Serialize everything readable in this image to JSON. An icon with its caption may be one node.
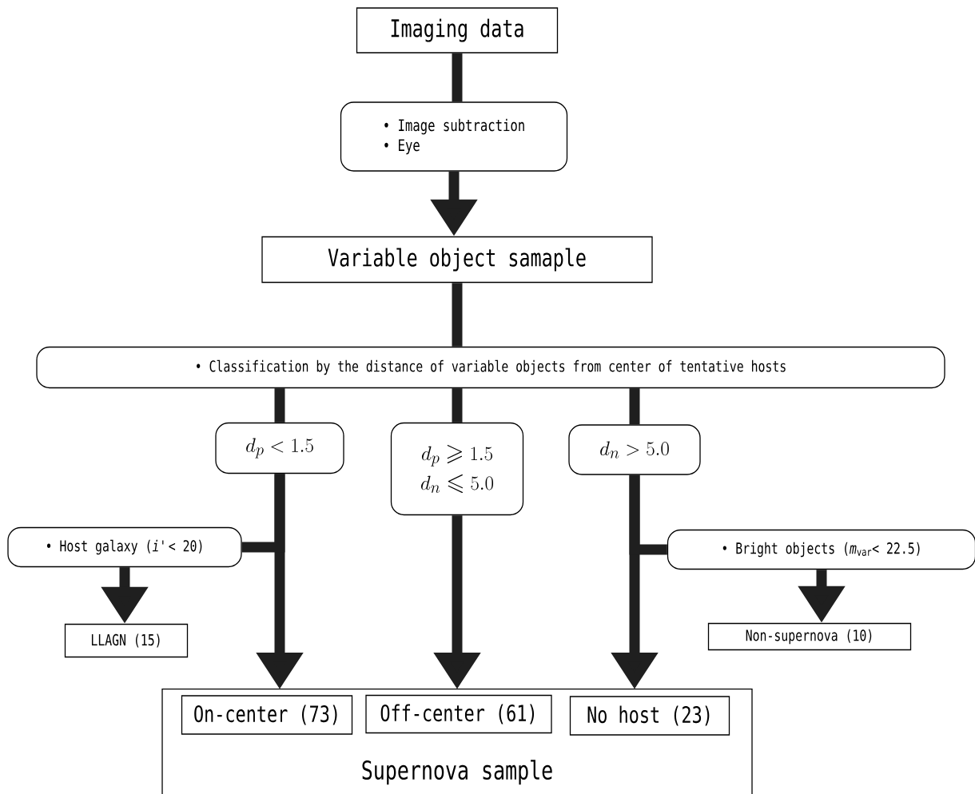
{
  "diagram": {
    "nodes": [
      {
        "text": [
          "Imaging data"
        ]
      },
      {
        "text": [
          "• Image subtraction",
          "• Eye"
        ]
      },
      {
        "text": [
          "Variable object samaple"
        ]
      },
      {
        "text": [
          "• Classification by the distance of variable objects from center of tentative hosts"
        ]
      },
      {
        "text": [
          "d_p < 1.5"
        ]
      },
      {
        "text": [
          "d_p \\geqslant 1.5",
          "d_n \\leqslant 5.0"
        ]
      },
      {
        "text": [
          "d_n > 5.0"
        ]
      },
      {
        "text": [
          "• Host galaxy (*i'*< 20)"
        ]
      },
      {
        "text": [
          "LLAGN (15)"
        ]
      },
      {
        "text": [
          "• Bright objects (*m*$_{var}$< 22.5)"
        ]
      },
      {
        "text": [
          "Non-supernova (10)"
        ]
      },
      {
        "text": [
          "Supernova sample"
        ]
      },
      {
        "text": [
          "On-center (73)"
        ],
        "in": 11
      },
      {
        "text": [
          "Off-center (61)"
        ],
        "in": 11
      },
      {
        "text": [
          "No host (23)"
        ],
        "in": 11
      }
    ],
    "edges": [
      {
        "from": 0,
        "to": 1,
        "arrow": "none"
      },
      {
        "from": 1,
        "to": 2,
        "arrow": "to"
      },
      {
        "from": 2,
        "to": 3,
        "arrow": "none"
      },
      {
        "from": 3,
        "to": 4,
        "arrow": "none"
      },
      {
        "from": 3,
        "to": 5,
        "arrow": "none"
      },
      {
        "from": 3,
        "to": 6,
        "arrow": "none"
      },
      {
        "from": 4,
        "to": 12,
        "arrow": "to"
      },
      {
        "from": 5,
        "to": 13,
        "arrow": "to"
      },
      {
        "from": 6,
        "to": 14,
        "arrow": "to"
      },
      {
        "from": 4,
        "to": 7,
        "arrow": "none"
      },
      {
        "from": 7,
        "to": 8,
        "arrow": "to"
      },
      {
        "from": 6,
        "to": 9,
        "arrow": "none"
      },
      {
        "from": 9,
        "to": 10,
        "arrow": "to"
      }
    ]
  }
}
